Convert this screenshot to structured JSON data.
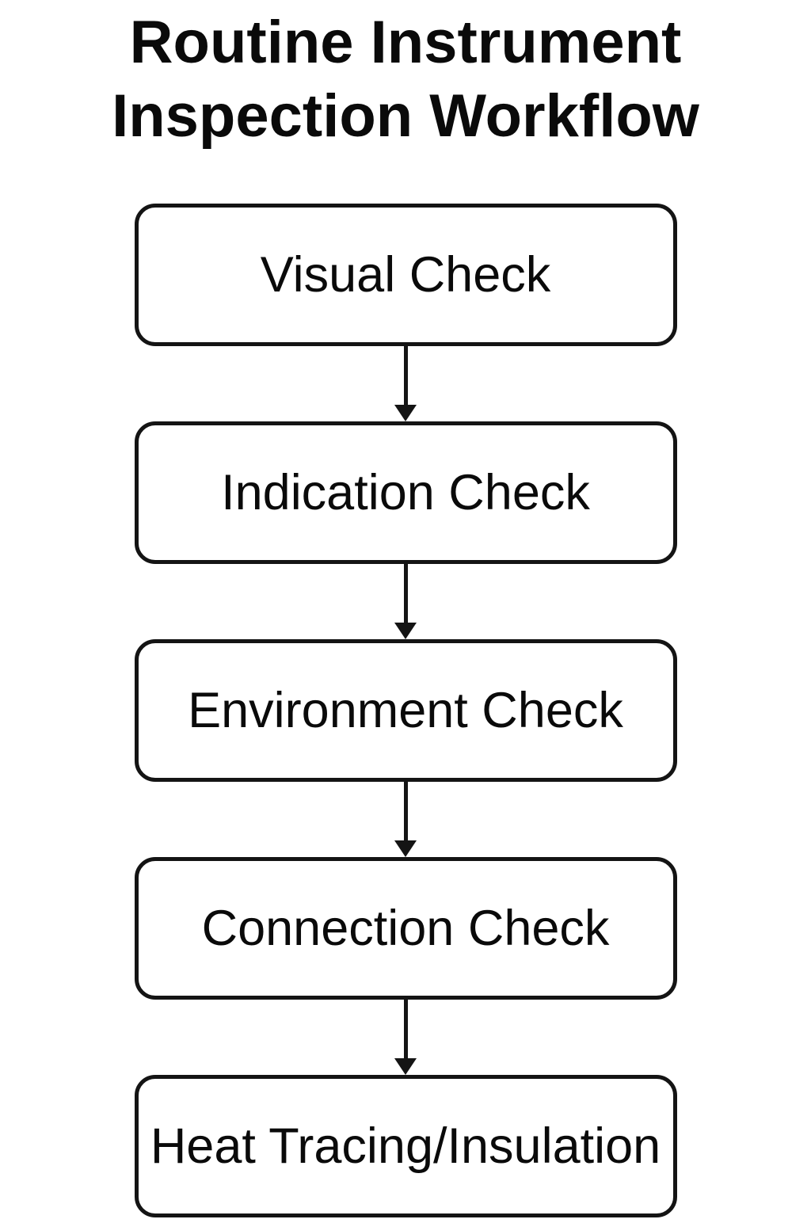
{
  "title": {
    "line1": "Routine Instrument",
    "line2": "Inspection Workflow"
  },
  "flow": {
    "nodes": [
      {
        "id": "visual-check",
        "label": "Visual Check"
      },
      {
        "id": "indication-check",
        "label": "Indication Check"
      },
      {
        "id": "environment-check",
        "label": "Environment Check"
      },
      {
        "id": "connection-check",
        "label": "Connection Check"
      },
      {
        "id": "heat-tracing-insulation",
        "label": "Heat Tracing/Insulation"
      }
    ],
    "connector_icon": "down-arrow-icon",
    "connector_count": 4
  },
  "colors": {
    "background": "#ffffff",
    "node_fill": "#ffffff",
    "stroke": "#141414",
    "text": "#0a0a0a"
  }
}
